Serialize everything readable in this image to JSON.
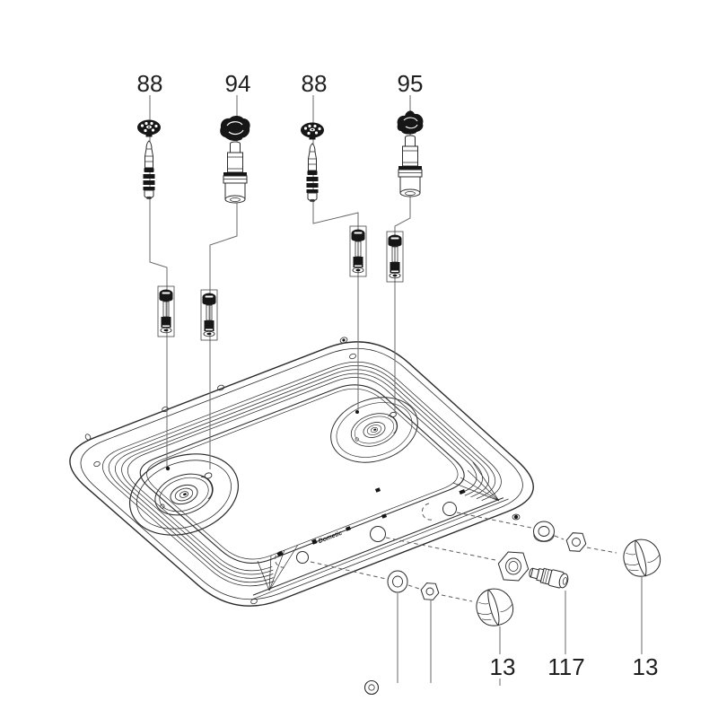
{
  "figure": {
    "background": "#ffffff",
    "ink": "#2b2b2b",
    "leader_color": "#6a6a6a",
    "callout_color": "#1f1f1f",
    "brand": "Dometic",
    "top_callouts": [
      {
        "label": "88"
      },
      {
        "label": "94"
      },
      {
        "label": "88"
      },
      {
        "label": "95"
      }
    ],
    "bottom_callouts": [
      {
        "label": "13"
      },
      {
        "label": "117"
      },
      {
        "label": "13"
      }
    ]
  }
}
